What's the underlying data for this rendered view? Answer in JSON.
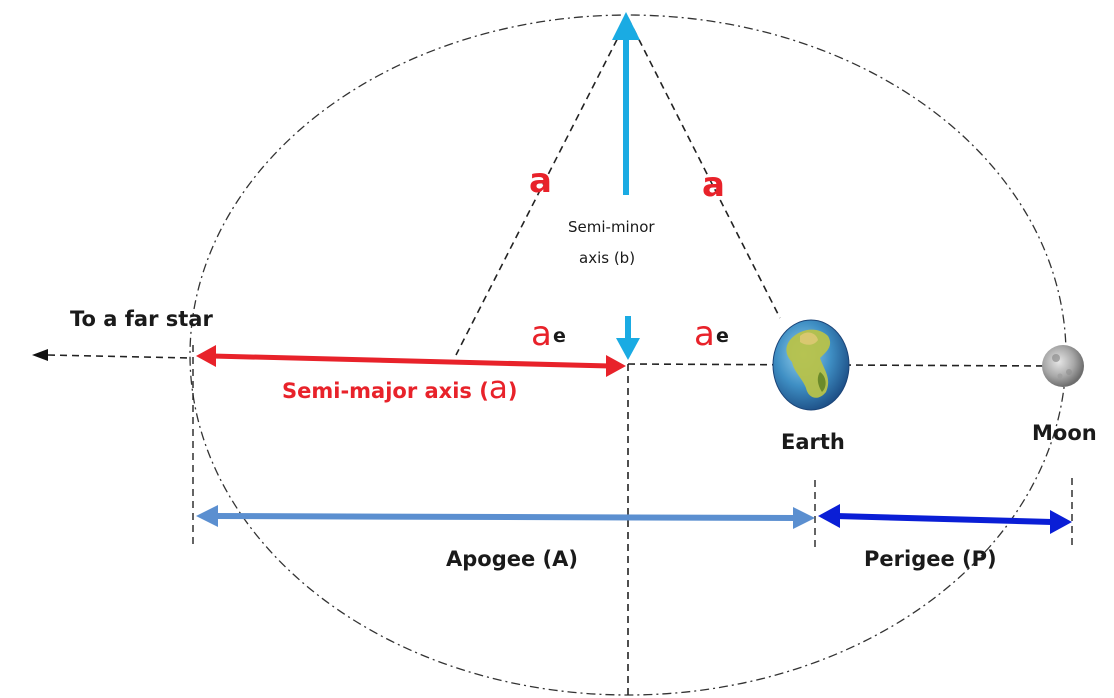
{
  "labels": {
    "far_star": "To a far star",
    "semi_major": "Semi-major axis (",
    "semi_major_symbol": "a",
    "semi_major_close": ")",
    "semi_minor_line1": "Semi-minor",
    "semi_minor_line2": "axis (b)",
    "a_left": "a",
    "a_right": "a",
    "ae_left_a": "a",
    "ae_left_e": "e",
    "ae_right_a": "a",
    "ae_right_e": "e",
    "earth": "Earth",
    "moon": "Moon",
    "apogee": "Apogee (A)",
    "perigee": "Perigee (P)"
  },
  "colors": {
    "semi_major_arrow": "#e8222a",
    "semi_minor_arrow": "#1aabe3",
    "apogee_arrow": "#5b8fd0",
    "perigee_arrow": "#0a1ed6",
    "orbit": "#333333",
    "text": "#1a1a1a",
    "red_text": "#e8222a"
  },
  "icons": {
    "earth": "earth-globe-icon",
    "moon": "moon-sphere-icon"
  }
}
